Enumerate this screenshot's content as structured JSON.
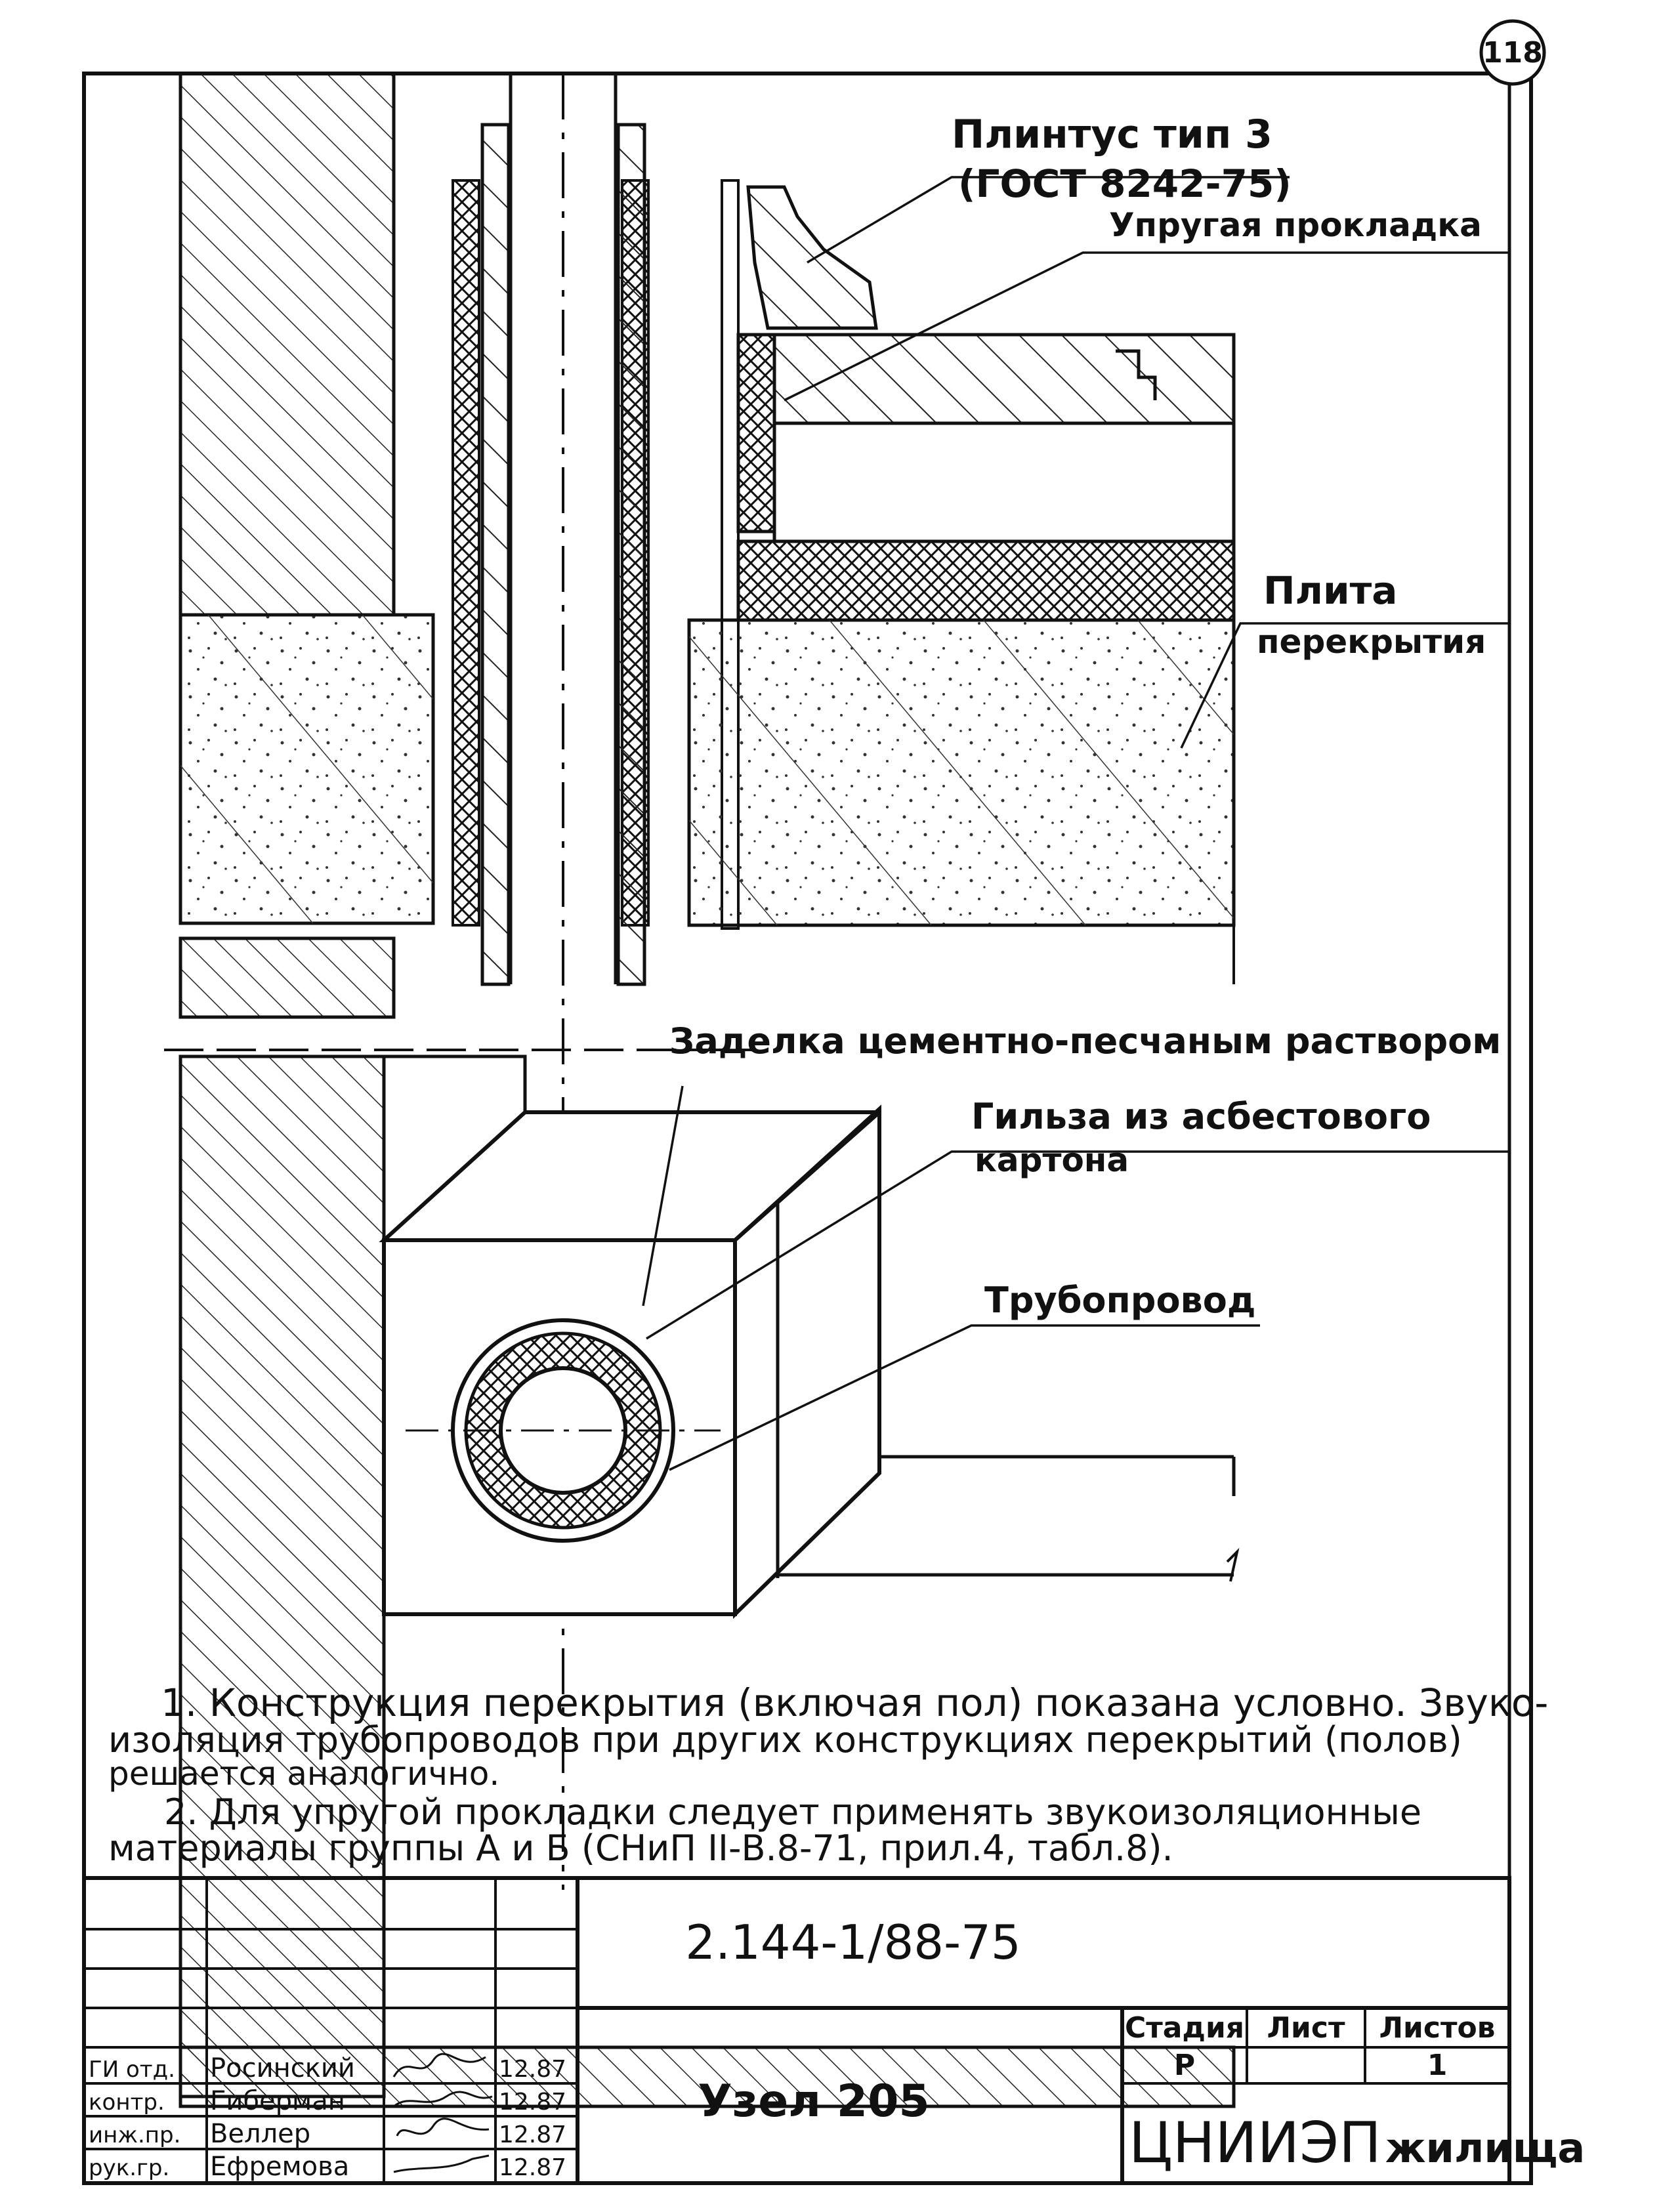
{
  "sheet_number": "118",
  "callouts": {
    "plinth_line1": "Плинтус тип 3",
    "plinth_line2": "(ГОСТ 8242-75)",
    "elastic_pad": "Упругая прокладка",
    "slab_line1": "Плита",
    "slab_line2": "перекрытия",
    "cement_fill": "Заделка цементно-песчаным раствором",
    "sleeve_line1": "Гильза из асбестового",
    "sleeve_line2": "картона",
    "pipeline": "Трубопровод"
  },
  "notes": {
    "line1": "1. Конструкция перекрытия (включая пол) показана условно. Звуко-",
    "line2": "изоляция трубопроводов при других конструкциях перекрытий (полов)",
    "line3": "решается аналогично.",
    "line4": "2. Для упругой прокладки следует применять звукоизоляционные",
    "line5": "материалы группы А и Б (СНиП II-В.8-71, прил.4, табл.8)."
  },
  "title_block": {
    "doc_code": "2.144-1/88-75",
    "drawing_title": "Узел 205",
    "org_part1": "ЦНИИЭП",
    "org_part2": "жилища",
    "headers": {
      "stage": "Стадия",
      "sheet": "Лист",
      "sheets": "Листов"
    },
    "values": {
      "stage": "Р",
      "sheet": "",
      "sheets": "1"
    },
    "signatures": [
      {
        "role": "ГИ отд.",
        "name": "Росинский",
        "date": "12.87"
      },
      {
        "role": "контр.",
        "name": "Гиберман",
        "date": "12.87"
      },
      {
        "role": "инж.пр.",
        "name": "Веллер",
        "date": "12.87"
      },
      {
        "role": "рук.гр.",
        "name": "Ефремова",
        "date": "12.87"
      }
    ]
  }
}
